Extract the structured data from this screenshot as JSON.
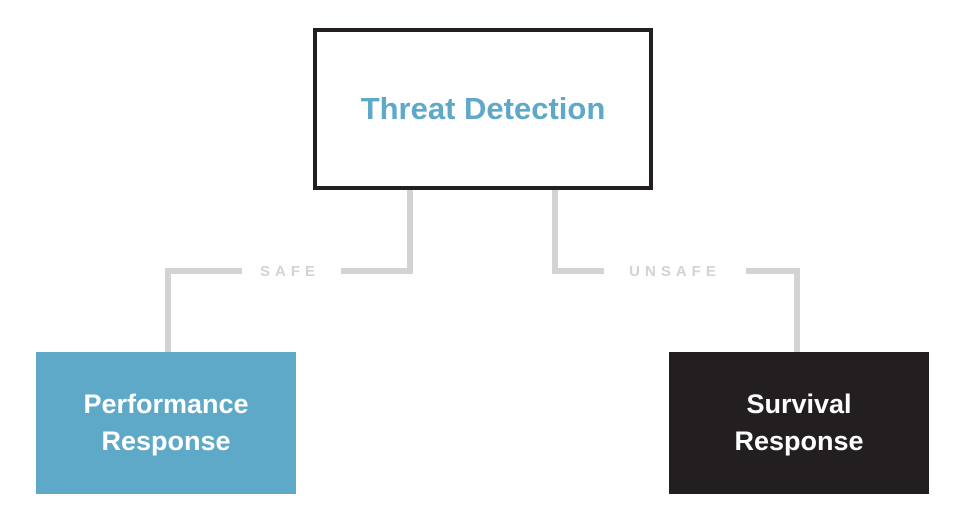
{
  "diagram": {
    "top_node": {
      "label": "Threat Detection"
    },
    "left_node": {
      "line1": "Performance",
      "line2": "Response"
    },
    "right_node": {
      "line1": "Survival",
      "line2": "Response"
    },
    "edges": {
      "left_label": "SAFE",
      "right_label": "UNSAFE"
    }
  },
  "colors": {
    "accent_blue": "#5ea8c8",
    "dark": "#231f20",
    "connector_gray": "#d3d3d3"
  }
}
